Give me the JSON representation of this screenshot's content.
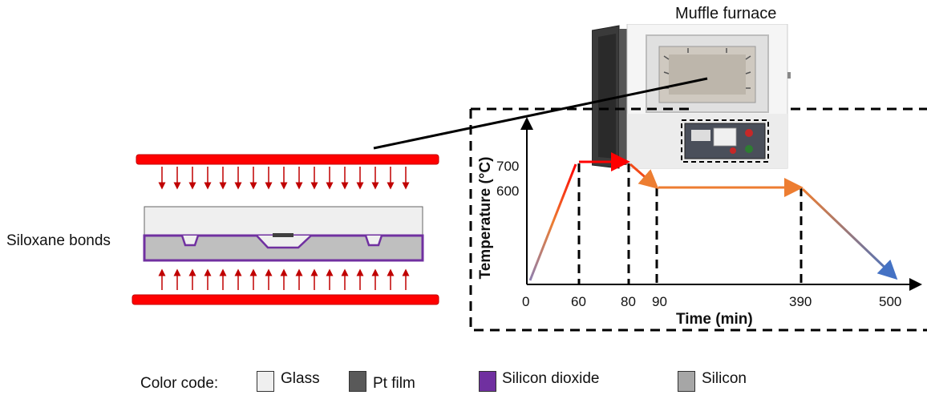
{
  "labels": {
    "furnace": "Muffle furnace",
    "siloxane": "Siloxane bonds"
  },
  "legend": {
    "prefix": "Color code:",
    "items": [
      {
        "label": "Glass",
        "color": "#efefef"
      },
      {
        "label": "Pt film",
        "color": "#595959"
      },
      {
        "label": "Silicon dioxide",
        "color": "#7030a0"
      },
      {
        "label": "Silicon",
        "color": "#a6a6a6"
      }
    ]
  },
  "colors": {
    "heater": "#ff0000",
    "arrow": "#c00000",
    "glass": "#efefef",
    "silicon": "#bfbfbf",
    "oxide": "#7030a0",
    "pt": "#3f3f3f",
    "ramp_start": "#ff0000",
    "ramp_mid": "#ed7d31",
    "ramp_end": "#4472c4"
  },
  "chart_data": {
    "type": "line",
    "title": "",
    "xlabel": "Time (min)",
    "ylabel": "Temperature (°C)",
    "x_ticks": [
      "0",
      "60",
      "80",
      "90",
      "390",
      "500"
    ],
    "y_ticks": [
      "700",
      "600"
    ],
    "series": [
      {
        "x": [
          0,
          60,
          80,
          90,
          390,
          500
        ],
        "y": [
          0,
          700,
          700,
          600,
          600,
          0
        ]
      }
    ]
  }
}
